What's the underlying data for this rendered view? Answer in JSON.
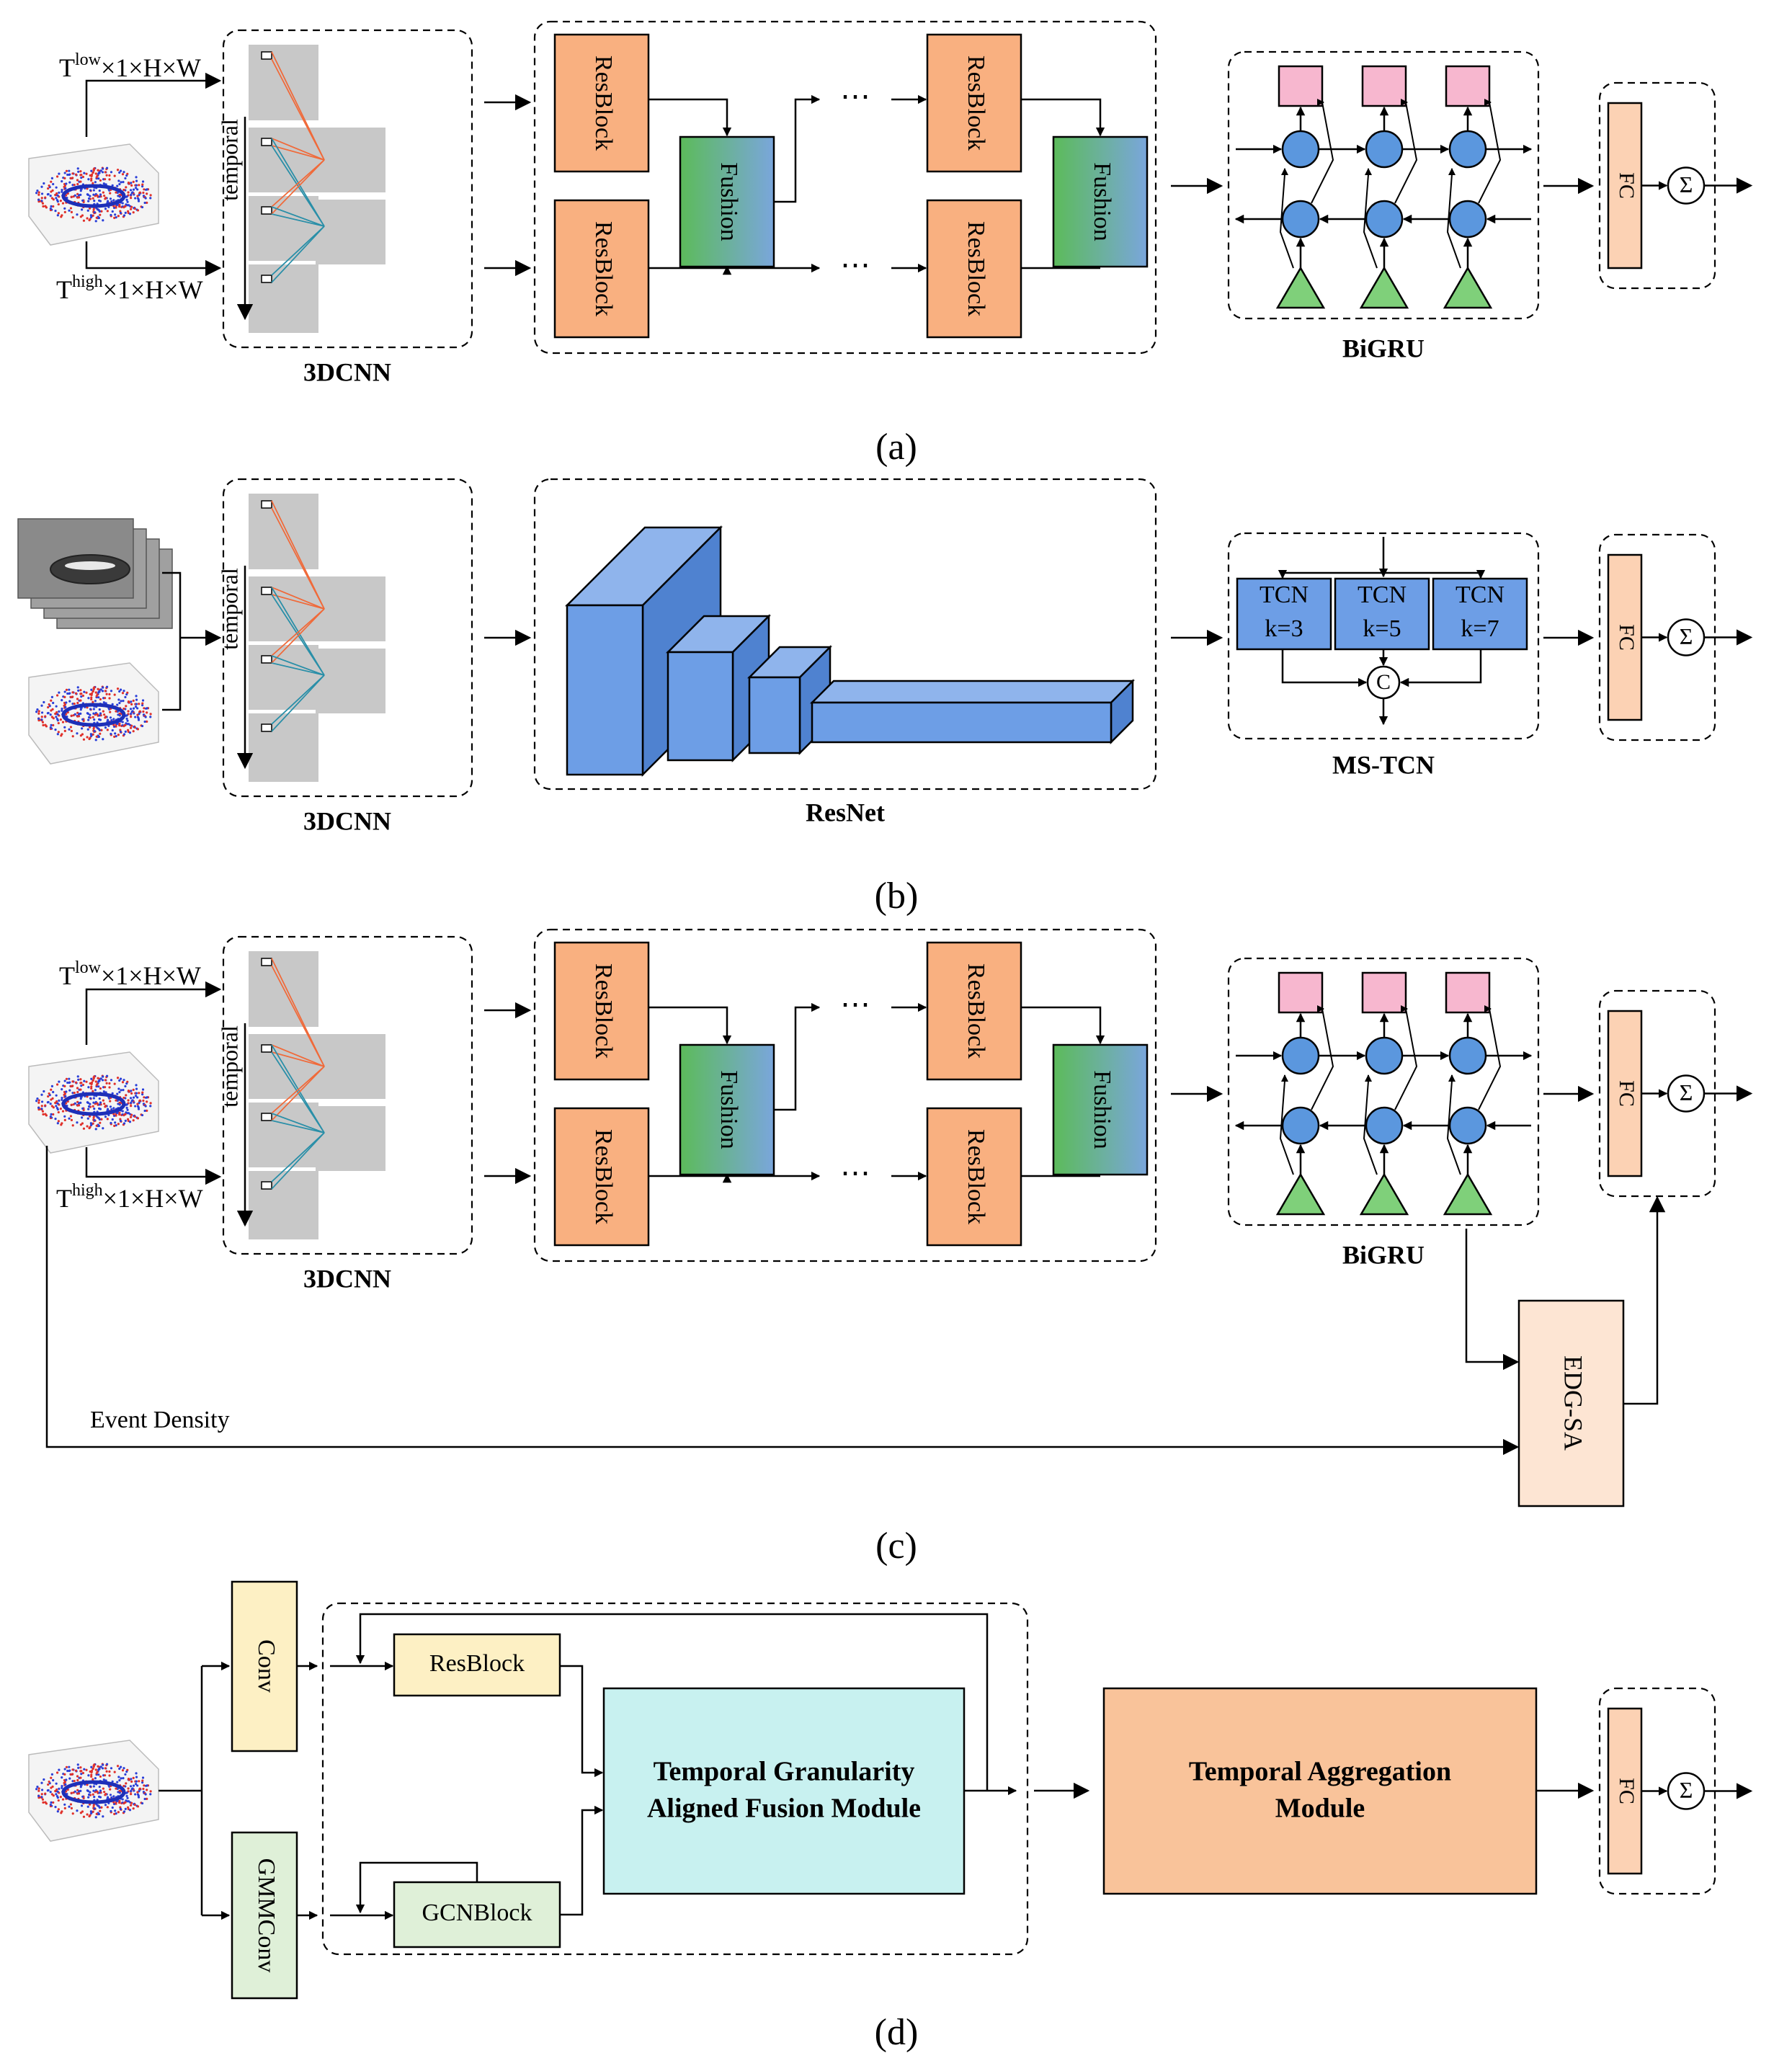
{
  "panels": {
    "a": {
      "caption": "(a)",
      "input_low": "T",
      "input_low_sup": "low",
      "input_low_rest": "×1×H×W",
      "input_high": "T",
      "input_high_sup": "high",
      "input_high_rest": "×1×H×W"
    },
    "b": {
      "caption": "(b)"
    },
    "c": {
      "caption": "(c)",
      "input_low": "T",
      "input_low_sup": "low",
      "input_low_rest": "×1×H×W",
      "input_high": "T",
      "input_high_sup": "high",
      "input_high_rest": "×1×H×W",
      "event_density": "Event Density",
      "edgsa": "EDG-SA"
    },
    "d": {
      "caption": "(d)",
      "conv": "Conv",
      "gmmconv": "GMMConv",
      "resblock": "ResBlock",
      "gcnblock": "GCNBlock",
      "tgafm_line1": "Temporal Granularity",
      "tgafm_line2": "Aligned Fusion Module",
      "tam_line1": "Temporal Aggregation",
      "tam_line2": "Module"
    }
  },
  "labels": {
    "cnn3d": "3DCNN",
    "temporal": "temporal",
    "resblock": "ResBlock",
    "fusion": "Fushion",
    "dots": "⋯",
    "bigru": "BiGRU",
    "resnet": "ResNet",
    "mstcn": "MS-TCN",
    "fc": "FC",
    "sum": "Σ",
    "concat": "C",
    "tcn": "TCN",
    "k3": "k=3",
    "k5": "k=5",
    "k7": "k=7"
  },
  "colors": {
    "resblock_fill": "#f9b080",
    "fusion_green": "#5cbb5a",
    "fusion_blue": "#7aa6dc",
    "gru_pink": "#f7b7cf",
    "gru_blue": "#5b97de",
    "gru_green": "#7fd07a",
    "fc_fill": "#fcd2b4",
    "edgsa_fill": "#fde5d3",
    "conv_fill": "#fdf0c4",
    "gcn_fill": "#dff0d8",
    "tgafm_fill": "#c8f1f0",
    "tam_fill": "#f9c39a",
    "block_gray": "#c8c8c8",
    "orange_line": "#f06a3a",
    "teal_line": "#2a8fa8",
    "resnet_blue": "#6d9ee6"
  }
}
